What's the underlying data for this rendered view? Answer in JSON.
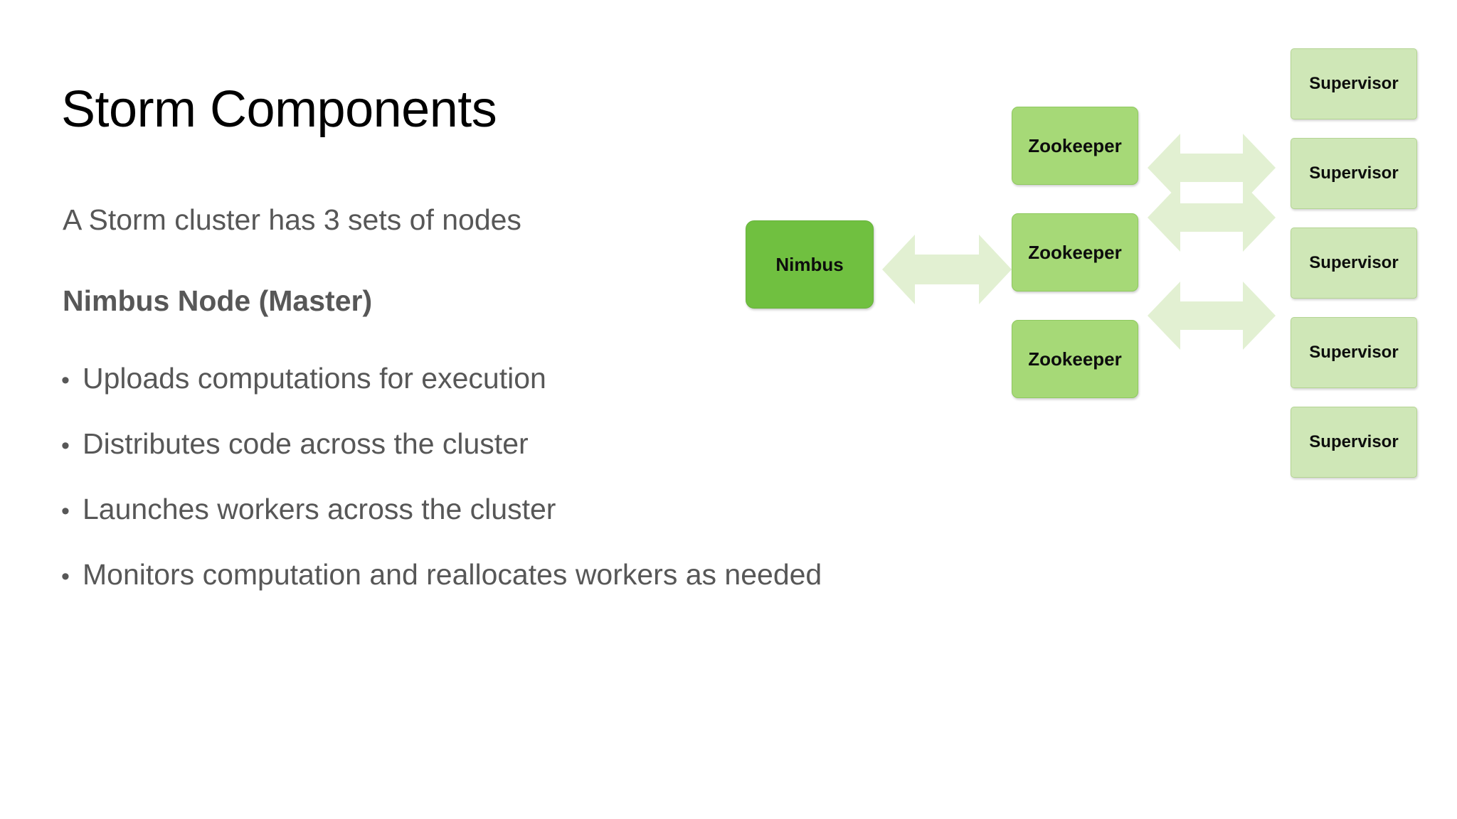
{
  "slide": {
    "title": "Storm Components",
    "lead": "A Storm cluster has 3 sets of nodes",
    "subhead": "Nimbus Node (Master)",
    "bullet_marker": "•",
    "bullets": [
      "Uploads computations for execution",
      "Distributes code across the cluster",
      "Launches workers across the cluster",
      "Monitors computation and reallocates workers as needed"
    ],
    "colors": {
      "title": "#000000",
      "body_text": "#575757",
      "nimbus_fill": "#70c040",
      "zookeeper_fill": "#a6d977",
      "supervisor_fill": "#cfe7b7",
      "arrow_fill": "#e2f0d2",
      "background": "#ffffff"
    }
  },
  "diagram": {
    "nimbus": {
      "label": "Nimbus"
    },
    "zookeepers": [
      {
        "label": "Zookeeper"
      },
      {
        "label": "Zookeeper"
      },
      {
        "label": "Zookeeper"
      }
    ],
    "supervisors": [
      {
        "label": "Supervisor"
      },
      {
        "label": "Supervisor"
      },
      {
        "label": "Supervisor"
      },
      {
        "label": "Supervisor"
      },
      {
        "label": "Supervisor"
      }
    ],
    "arrows": [
      {
        "name": "nimbus-zookeeper-arrow",
        "direction": "bidirectional"
      },
      {
        "name": "zookeeper-supervisor-arrow-top",
        "direction": "bidirectional"
      },
      {
        "name": "zookeeper-supervisor-arrow-middle",
        "direction": "bidirectional"
      },
      {
        "name": "zookeeper-supervisor-arrow-bottom",
        "direction": "bidirectional"
      }
    ]
  }
}
